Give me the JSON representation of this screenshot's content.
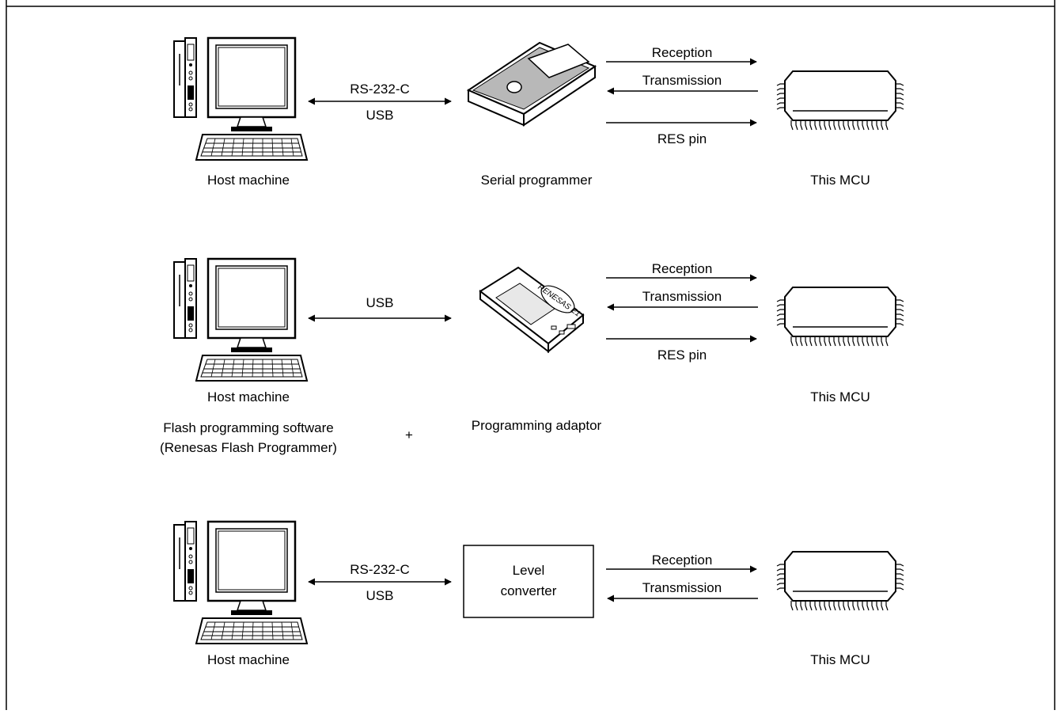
{
  "rows": [
    {
      "id": "serial-programmer",
      "link_labels": [
        "RS-232-C",
        "USB"
      ],
      "host_label": "Host machine",
      "device_label": "Serial programmer",
      "signals": [
        "Reception",
        "Transmission",
        "RES pin"
      ],
      "mcu_label": "This MCU"
    },
    {
      "id": "programming-adaptor",
      "link_labels": [
        "USB"
      ],
      "host_label": "Host machine",
      "device_label": "Programming adaptor",
      "device_logo": "RENESAS E1",
      "signals": [
        "Reception",
        "Transmission",
        "RES pin"
      ],
      "mcu_label": "This MCU",
      "software_label_line1": "Flash programming software",
      "software_label_line2": "(Renesas Flash Programmer)",
      "plus_sign": "+"
    },
    {
      "id": "level-converter",
      "link_labels": [
        "RS-232-C",
        "USB"
      ],
      "host_label": "Host machine",
      "device_label_line1": "Level",
      "device_label_line2": "converter",
      "signals": [
        "Reception",
        "Transmission"
      ],
      "mcu_label": "This MCU"
    }
  ]
}
